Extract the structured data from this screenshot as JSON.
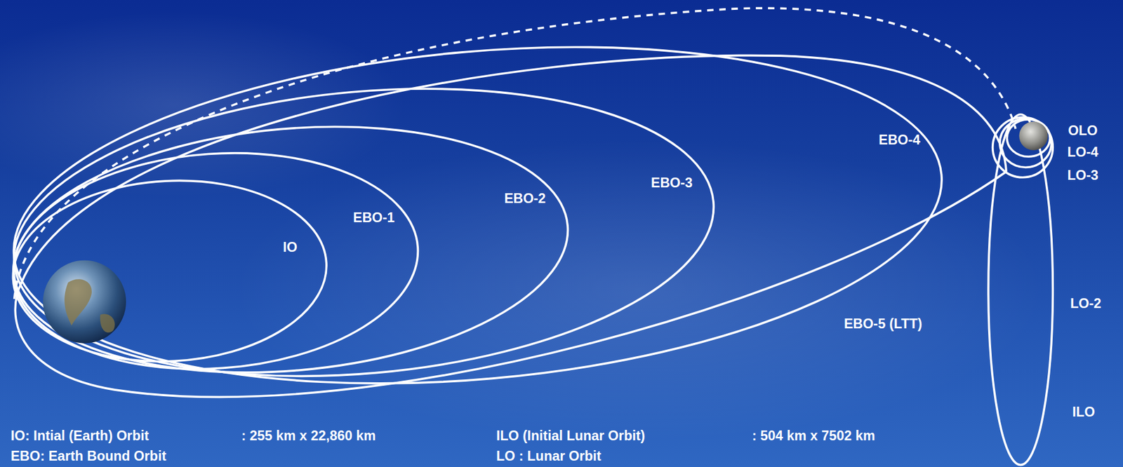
{
  "diagram": {
    "labels": [
      "IO",
      "EBO-1",
      "EBO-2",
      "EBO-3",
      "EBO-4",
      "EBO-5 (LTT)",
      "OLO",
      "LO-4",
      "LO-3",
      "LO-2",
      "ILO",
      "IO: Intial (Earth) Orbit",
      ": 255 km x 22,860 km",
      "EBO: Earth Bound Orbit",
      "ILO (Initial Lunar Orbit)",
      ": 504 km x 7502 km",
      "LO : Lunar Orbit"
    ]
  }
}
